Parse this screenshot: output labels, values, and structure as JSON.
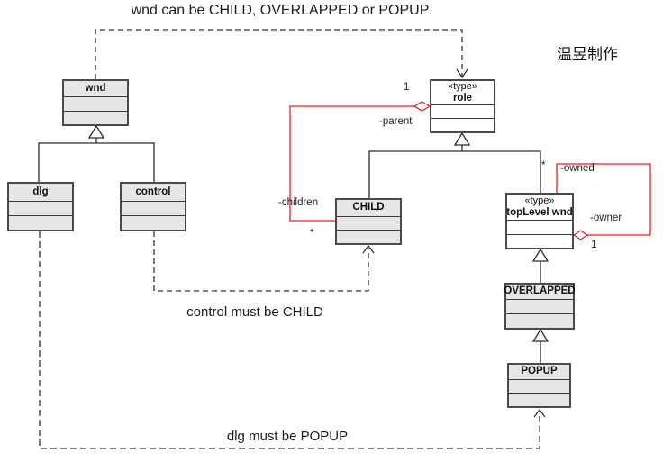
{
  "diagram": {
    "credit": "温昱制作",
    "notes": {
      "top": "wnd can be CHILD, OVERLAPPED or POPUP",
      "control_constraint": "control must be CHILD",
      "dlg_constraint": "dlg must be POPUP"
    },
    "classes": {
      "wnd": {
        "name": "wnd"
      },
      "dlg": {
        "name": "dlg"
      },
      "control": {
        "name": "control"
      },
      "child": {
        "name": "CHILD"
      },
      "role": {
        "stereotype": "«type»",
        "name": "role"
      },
      "toplevel": {
        "stereotype": "«type»",
        "name": "topLevel wnd"
      },
      "overlapped": {
        "name": "OVERLAPPED"
      },
      "popup": {
        "name": "POPUP"
      }
    },
    "associations": {
      "parent_children": {
        "parent_role": "-parent",
        "parent_mult": "1",
        "children_role": "-children",
        "children_mult": "*"
      },
      "owner_owned": {
        "owner_role": "-owner",
        "owner_mult": "1",
        "owned_role": "-owned",
        "owned_mult": "*"
      }
    },
    "colors": {
      "class_fill": "#e6e6e6",
      "stereotype_class_fill": "#ffffff",
      "class_border": "#4a4a4a",
      "line_color": "#2a2a2a",
      "association_color": "#ec1c1c",
      "text_color": "#1c1c1c"
    }
  }
}
